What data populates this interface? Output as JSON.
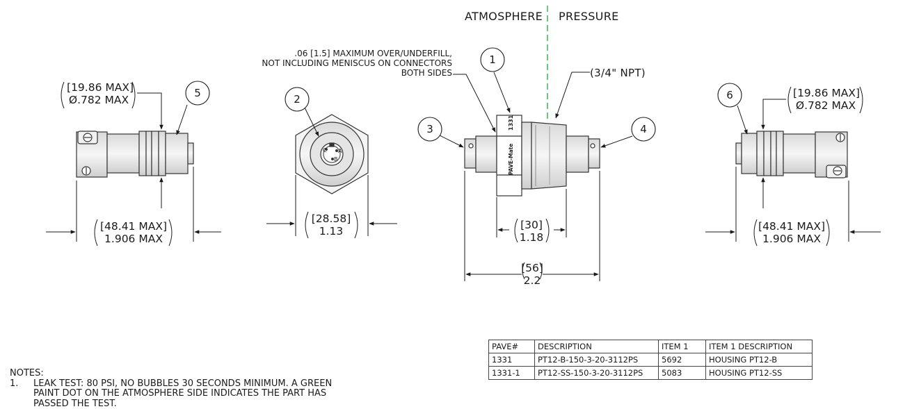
{
  "headers": {
    "atmosphere": "ATMOSPHERE",
    "pressure": "PRESSURE"
  },
  "fill_note": [
    ".06 [1.5] MAXIMUM OVER/UNDERFILL,",
    "NOT INCLUDING MENISCUS ON CONNECTORS",
    "BOTH SIDES"
  ],
  "thread_label": "(3/4\" NPT)",
  "balloons": [
    "1",
    "2",
    "3",
    "4",
    "5",
    "6"
  ],
  "dimensions": {
    "left_dia": {
      "mm": "19.86 MAX",
      "in": ".782 MAX",
      "symbol": "Ø"
    },
    "right_dia": {
      "mm": "19.86 MAX",
      "in": ".782 MAX",
      "symbol": "Ø"
    },
    "left_len": {
      "mm": "48.41 MAX",
      "in": "1.906 MAX"
    },
    "right_len": {
      "mm": "48.41 MAX",
      "in": "1.906 MAX"
    },
    "hex": {
      "mm": "28.58",
      "in": "1.13"
    },
    "body": {
      "mm": "30",
      "in": "1.18"
    },
    "overall": {
      "mm": "56",
      "in": "2.2"
    }
  },
  "part_marking": {
    "brand": "PAVE-Mate",
    "number": "1331"
  },
  "pins": [
    "C",
    "A",
    "B"
  ],
  "table": {
    "headers": [
      "PAVE#",
      "DESCRIPTION",
      "ITEM 1",
      "ITEM 1 DESCRIPTION"
    ],
    "rows": [
      [
        "1331",
        "PT12-B-150-3-20-3112PS",
        "5692",
        "HOUSING PT12-B"
      ],
      [
        "1331-1",
        "PT12-SS-150-3-20-3112PS",
        "5083",
        "HOUSING PT12-SS"
      ]
    ]
  },
  "notes": {
    "title": "NOTES:",
    "items": [
      {
        "num": "1.",
        "lines": [
          "LEAK TEST: 80 PSI, NO BUBBLES 30 SECONDS MINIMUM. A GREEN",
          "PAINT DOT ON THE ATMOSPHERE SIDE INDICATES THE PART HAS",
          "PASSED THE TEST."
        ]
      }
    ]
  },
  "colors": {
    "centerline": "#1aaa3a",
    "line": "#1a1a1a",
    "fill": "#e6e6e6"
  }
}
